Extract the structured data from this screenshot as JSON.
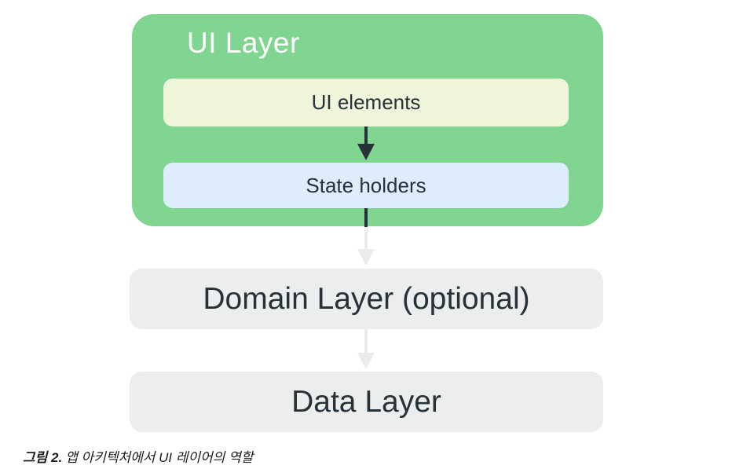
{
  "diagram": {
    "ui_layer_title": "UI Layer",
    "ui_elements_label": "UI elements",
    "state_holders_label": "State holders",
    "domain_layer_label": "Domain Layer (optional)",
    "data_layer_label": "Data Layer"
  },
  "caption": {
    "figure_label": "그림 2.",
    "text": "앱 아키텍처에서 UI 레이어의 역할"
  },
  "colors": {
    "ui_layer_bg": "#80D591",
    "ui_elements_bg": "#EEF5DA",
    "state_holders_bg": "#DDEDFB",
    "layer_box_bg": "#ECEDED",
    "dark_arrow_and_text": "#263238",
    "light_arrow": "#E9EBEC",
    "ui_layer_title_text": "#FFFFFF",
    "caption_text": "#1C1C1C",
    "page_bg": "#FFFFFF"
  }
}
